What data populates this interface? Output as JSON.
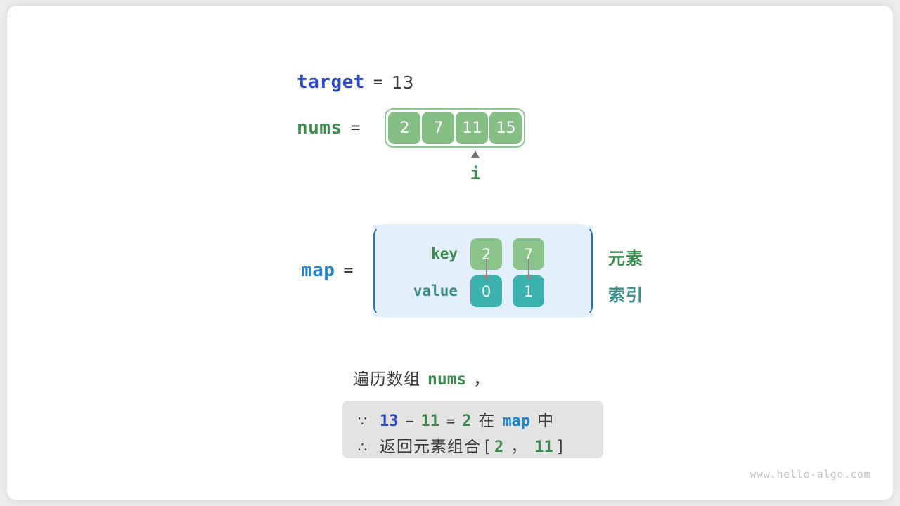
{
  "diagram": {
    "title_watermark": "www.hello-algo.com",
    "colors": {
      "array_cell": "#86bf86",
      "array_frame": "#8fc695",
      "map_key_cell": "#8bc48a",
      "map_value_cell": "#3bb2ad",
      "map_panel_bg": "#e3f0fb",
      "map_panel_border": "#2272bb",
      "var_blue": "#2c49c8",
      "var_light_blue": "#1f86cf",
      "var_green": "#3d8a4f",
      "var_teal": "#3c8f88",
      "info_box_bg": "#e3e3e3",
      "arrow": "#8b8b8b"
    },
    "target": {
      "label": "target",
      "equals": "=",
      "value": "13"
    },
    "nums": {
      "label": "nums",
      "equals": "=",
      "cells": [
        "2",
        "7",
        "11",
        "15"
      ],
      "pointer_index": 2,
      "pointer_label": "i",
      "pointer_caret": "^"
    },
    "map": {
      "label": "map",
      "equals": "=",
      "row_labels": {
        "key": "key",
        "value": "value"
      },
      "entries": [
        {
          "key": "2",
          "value": "0"
        },
        {
          "key": "7",
          "value": "1"
        }
      ],
      "legend": {
        "element": "元素",
        "index": "索引"
      }
    },
    "caption": {
      "prefix": "遍历数组",
      "code": "nums",
      "suffix": "，"
    },
    "info_box": {
      "line1": {
        "symbol": "∵",
        "a": "13",
        "minus": "−",
        "b": "11",
        "eq": "=",
        "c": "2",
        "mid": "在",
        "target": "map",
        "end": "中"
      },
      "line2": {
        "symbol": "∴",
        "text": "返回元素组合",
        "open": "[",
        "a": "2",
        "comma": "，",
        "b": "11",
        "close": "]"
      }
    }
  }
}
